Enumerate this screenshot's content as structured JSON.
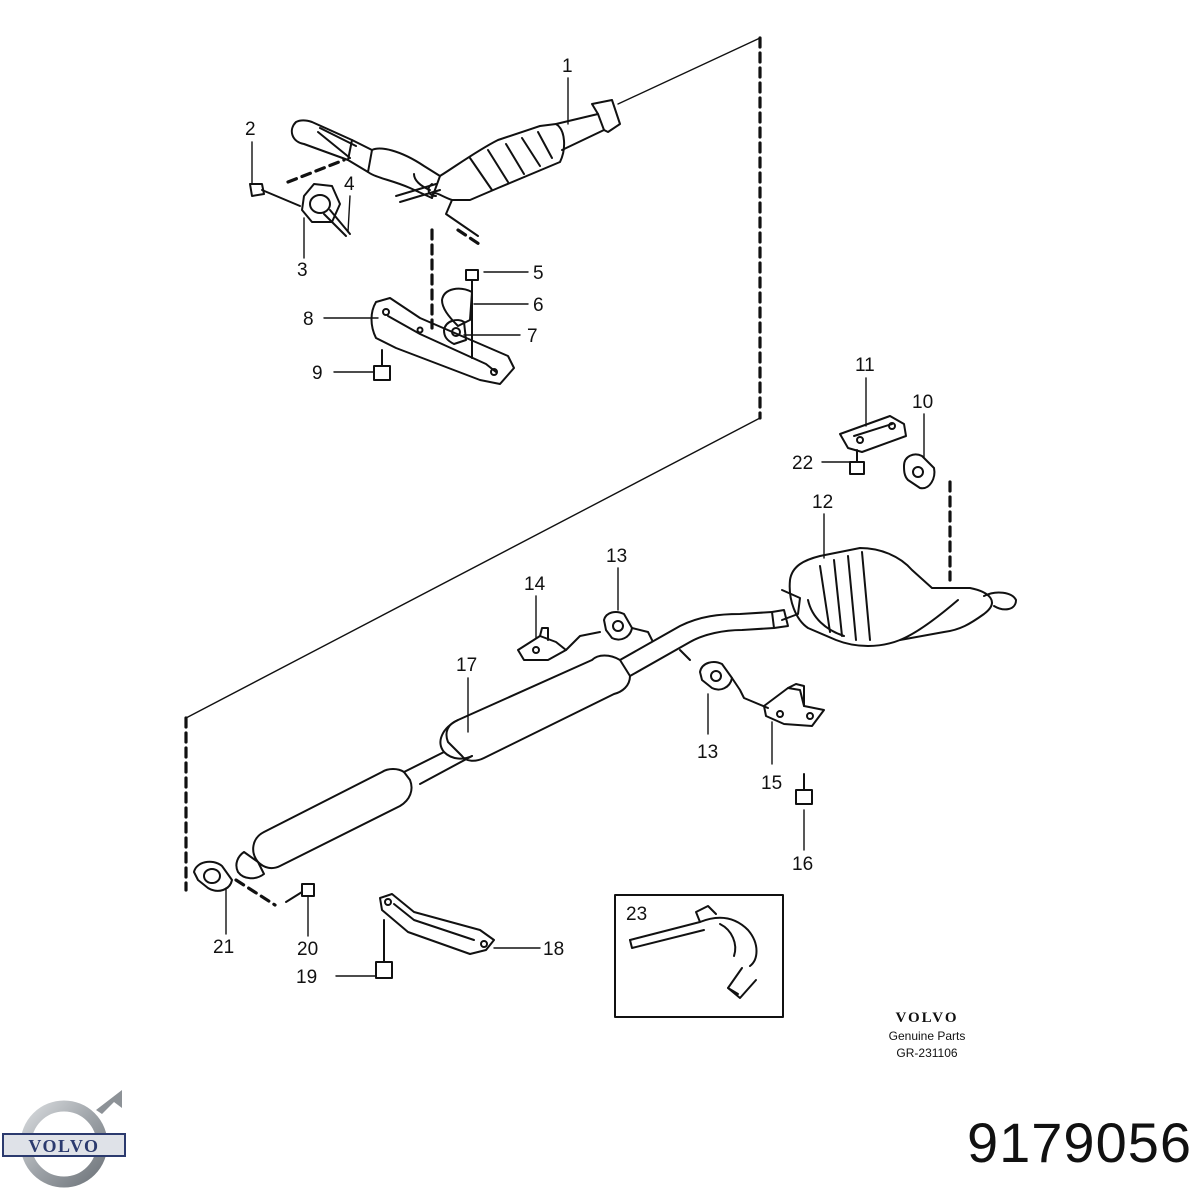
{
  "diagram": {
    "callouts": {
      "c1": "1",
      "c2": "2",
      "c3": "3",
      "c4": "4",
      "c5": "5",
      "c6": "6",
      "c7": "7",
      "c8": "8",
      "c9": "9",
      "c10": "10",
      "c11": "11",
      "c12": "12",
      "c13a": "13",
      "c13b": "13",
      "c14": "14",
      "c15": "15",
      "c16": "16",
      "c17": "17",
      "c18": "18",
      "c19": "19",
      "c20": "20",
      "c21": "21",
      "c22": "22",
      "c23": "23"
    }
  },
  "brand": {
    "name": "VOLVO",
    "subtitle": "Genuine Parts",
    "diagram_code": "GR-231106"
  },
  "logo": {
    "text": "VOLVO",
    "colors": {
      "ring": "#9ea3a8",
      "band": "#2b3a6e"
    }
  },
  "part_number": "9179056"
}
